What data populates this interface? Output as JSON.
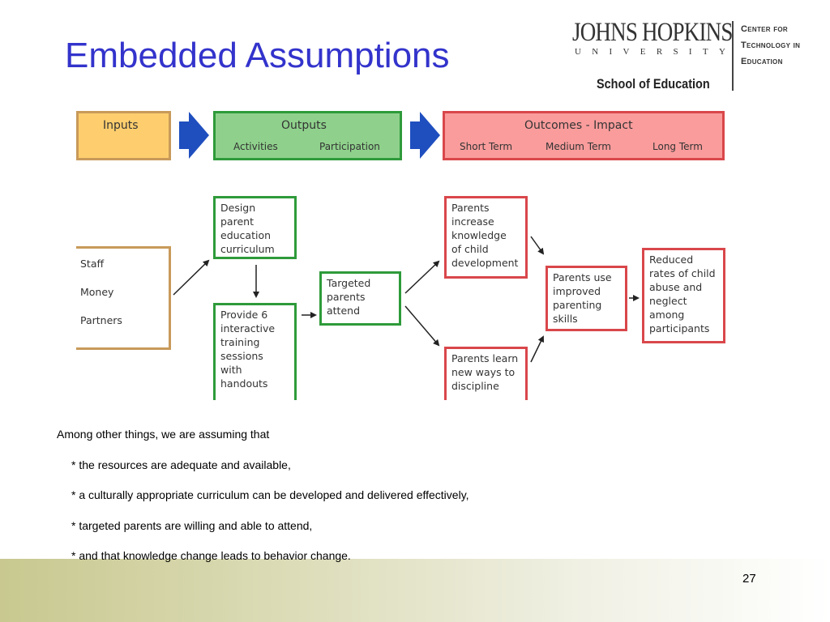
{
  "slide": {
    "title": "Embedded Assumptions",
    "page_number": "27"
  },
  "logo": {
    "name": "JOHNS HOPKINS",
    "university_letters": [
      "U",
      "N",
      "I",
      "V",
      "E",
      "R",
      "S",
      "I",
      "T",
      "Y"
    ],
    "school": "School of Education",
    "center_lines": [
      "Center for",
      "Technology in",
      "Education"
    ]
  },
  "diagram": {
    "header": {
      "inputs": "Inputs",
      "outputs": "Outputs",
      "outputs_sub": [
        "Activities",
        "Participation"
      ],
      "outcomes": "Outcomes - Impact",
      "outcomes_sub": [
        "Short Term",
        "Medium Term",
        "Long Term"
      ]
    },
    "inputs_items": [
      "Staff",
      "Money",
      "Partners"
    ],
    "nodes": {
      "design": "Design\nparent\neducation\ncurriculum",
      "provide": "Provide 6\ninteractive\ntraining\nsessions\nwith\nhandouts",
      "targeted": "Targeted\nparents\nattend",
      "increase": "Parents\nincrease\nknowledge\nof child\ndevelopment",
      "learn": "Parents learn\nnew ways to\ndiscipline",
      "use": "Parents use\nimproved\nparenting\nskills",
      "reduced": "Reduced\nrates of child\nabuse and\nneglect\namong\nparticipants"
    },
    "colors": {
      "inputs_fill": "#fece6e",
      "outputs_fill": "#8fd18c",
      "outcomes_fill": "#fa9c9c",
      "arrow_blue": "#1f4fbf",
      "green_border": "#2e9a3a",
      "red_border": "#d9474b",
      "orange_border": "#c89a5a"
    }
  },
  "assumptions": {
    "intro": "Among other things, we are assuming that",
    "items": [
      "* the resources are adequate and available,",
      "* a culturally appropriate curriculum can be developed and delivered effectively,",
      "* targeted parents are willing and able to attend,",
      "* and that knowledge change leads to behavior change."
    ]
  }
}
